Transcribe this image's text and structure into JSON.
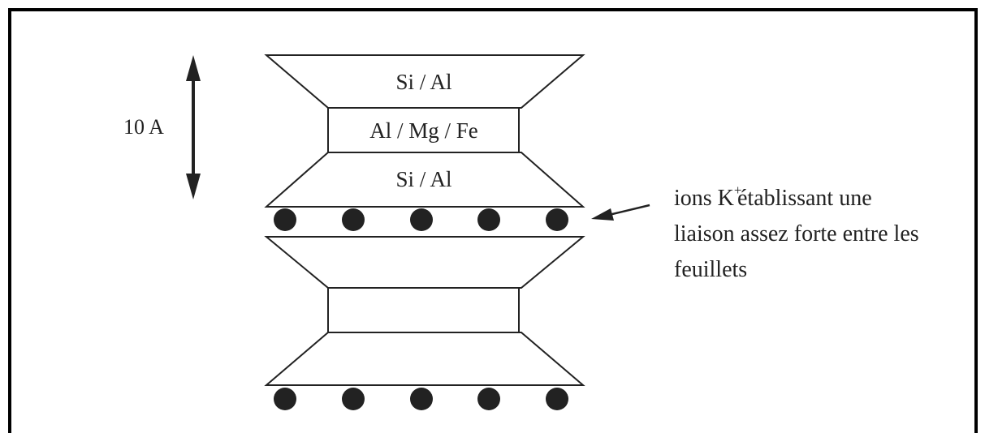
{
  "colors": {
    "line": "#222222",
    "ion": "#222222",
    "frame": "#000000",
    "background": "#ffffff"
  },
  "labels": {
    "top_tetrahedral": "Si / Al",
    "octahedral": "Al / Mg / Fe",
    "bottom_tetrahedral": "Si / Al",
    "spacing": "10 A",
    "note_ions_prefix": "ions K",
    "note_ions_charge": "+",
    "note_ions_suffix": "établissant une",
    "note_line2": "liaison assez forte entre les",
    "note_line3": "feuillets"
  },
  "ion_rows": [
    {
      "count": 5
    },
    {
      "count": 5
    }
  ]
}
